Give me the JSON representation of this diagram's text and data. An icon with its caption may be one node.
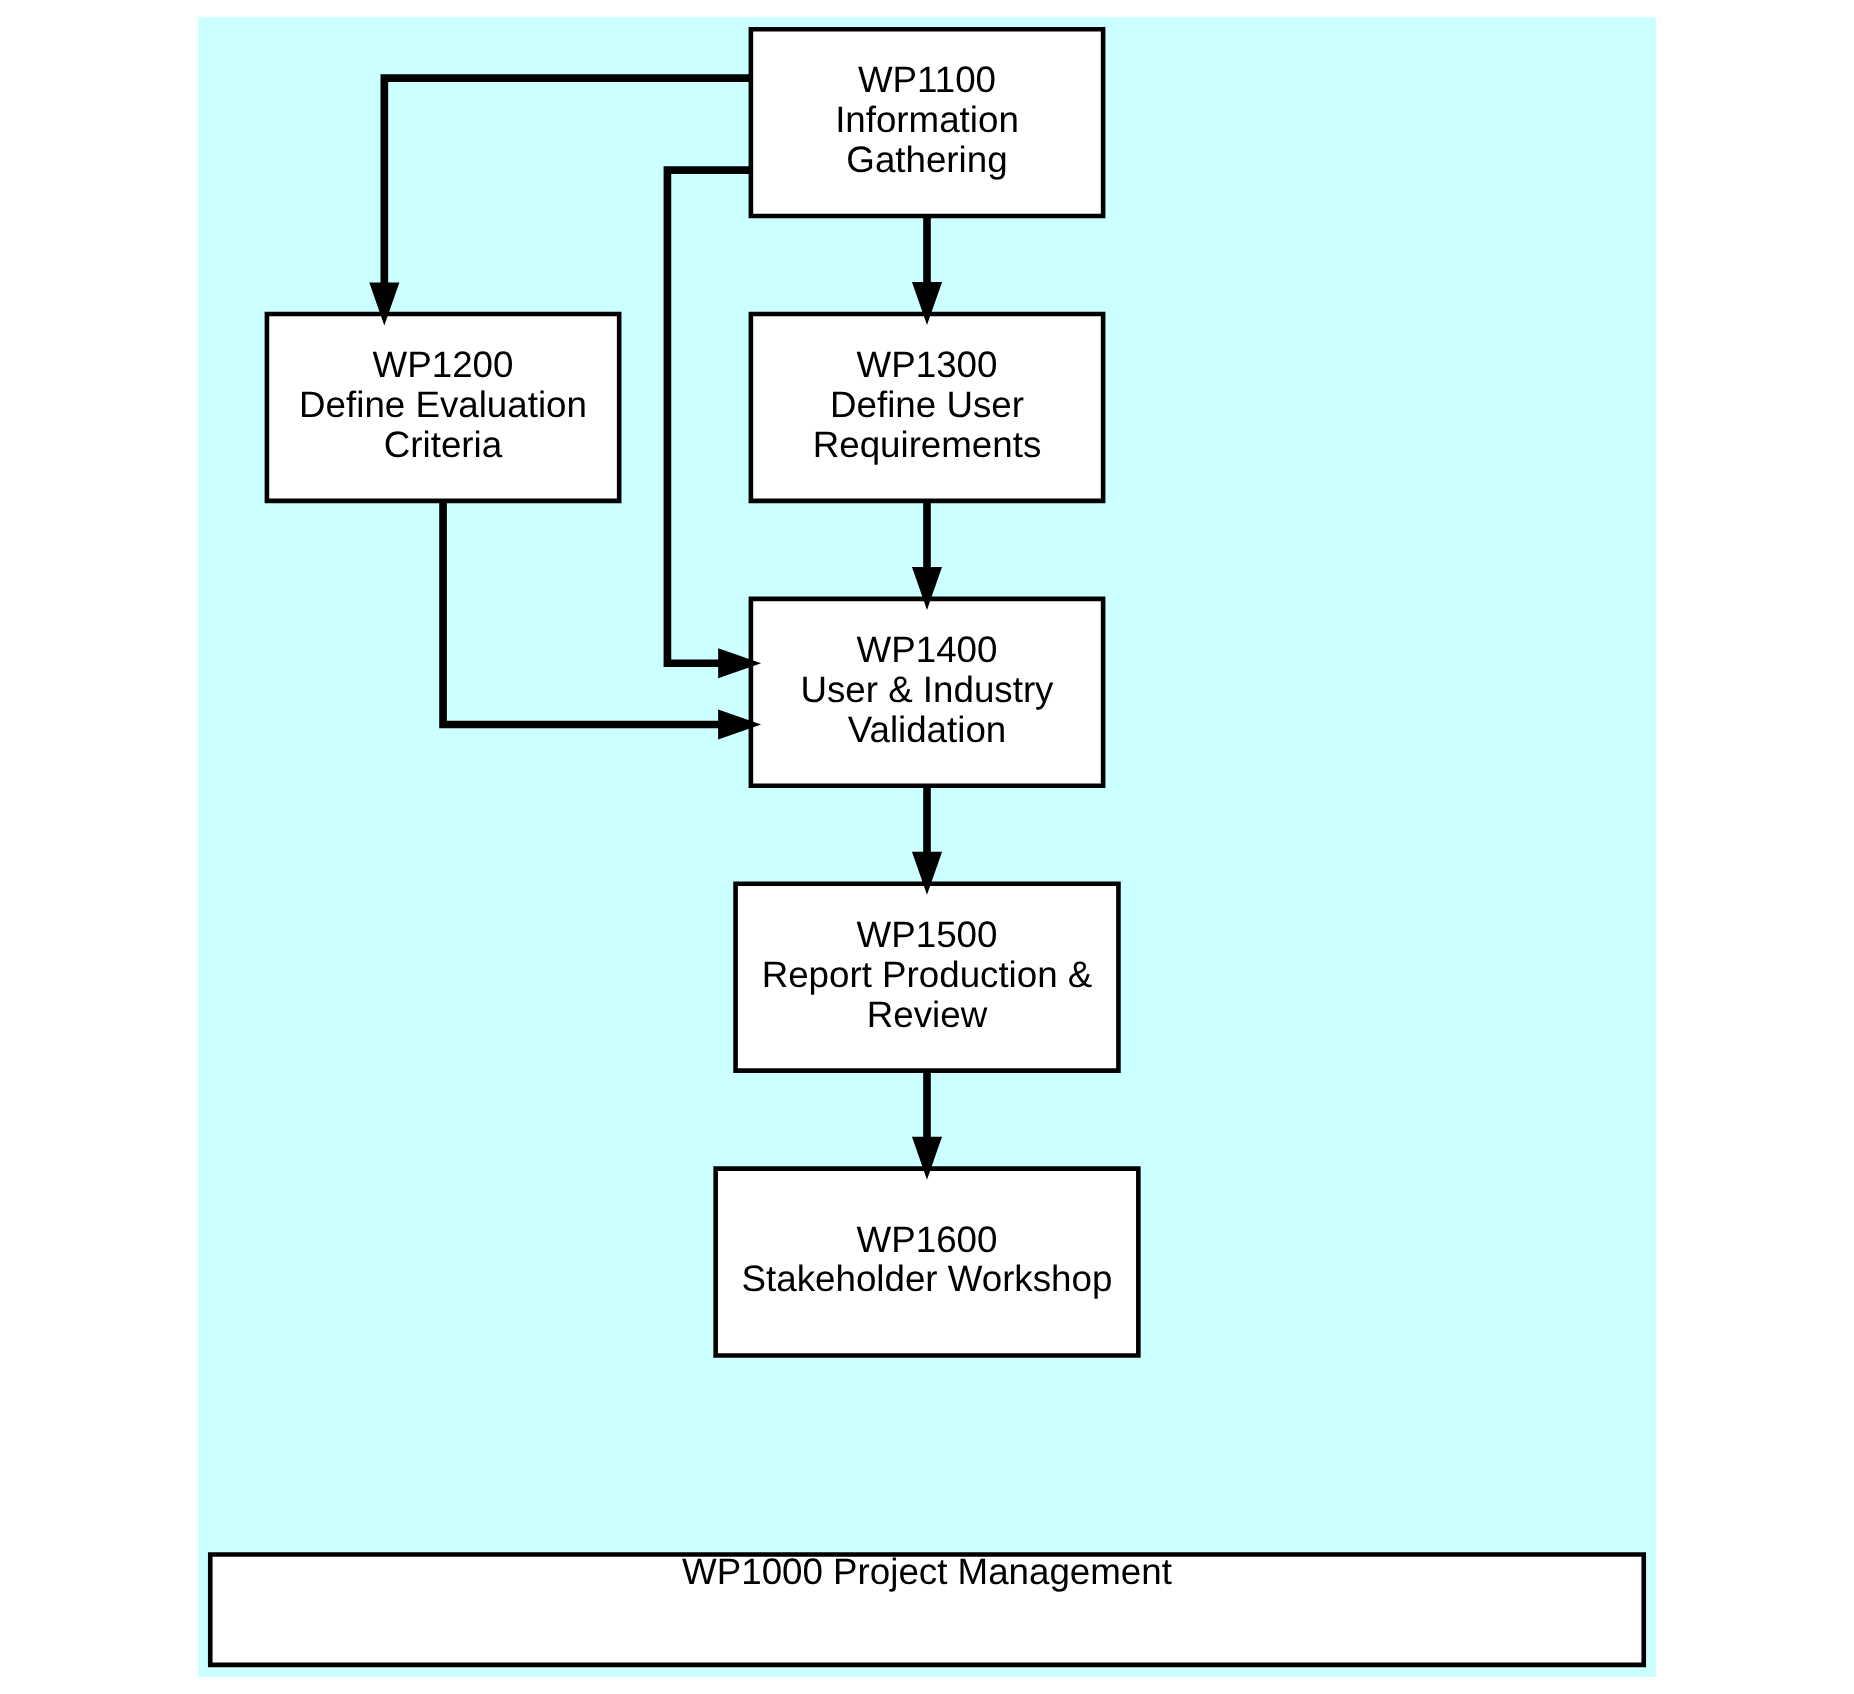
{
  "diagram": {
    "nodes": [
      {
        "text": [
          "WP1100",
          "Information Gathering"
        ]
      },
      {
        "text": [
          "WP1200",
          "Define Evaluation Criteria"
        ]
      },
      {
        "text": [
          "WP1300",
          "Define User Requirements"
        ]
      },
      {
        "text": [
          "WP1400",
          "User & Industry Validation"
        ]
      },
      {
        "text": [
          "WP1500",
          "Report Production & Review"
        ]
      },
      {
        "text": [
          "WP1600",
          "Stakeholder Workshop"
        ]
      },
      {
        "text": [
          "WP1000 Project Management"
        ]
      }
    ],
    "edges": [
      {
        "from": 0,
        "to": 1,
        "arrow": "to"
      },
      {
        "from": 0,
        "to": 2,
        "arrow": "to"
      },
      {
        "from": 0,
        "to": 3,
        "arrow": "to"
      },
      {
        "from": 1,
        "to": 3,
        "arrow": "to"
      },
      {
        "from": 2,
        "to": 3,
        "arrow": "to"
      },
      {
        "from": 3,
        "to": 4,
        "arrow": "to"
      },
      {
        "from": 4,
        "to": 5,
        "arrow": "to"
      }
    ]
  }
}
